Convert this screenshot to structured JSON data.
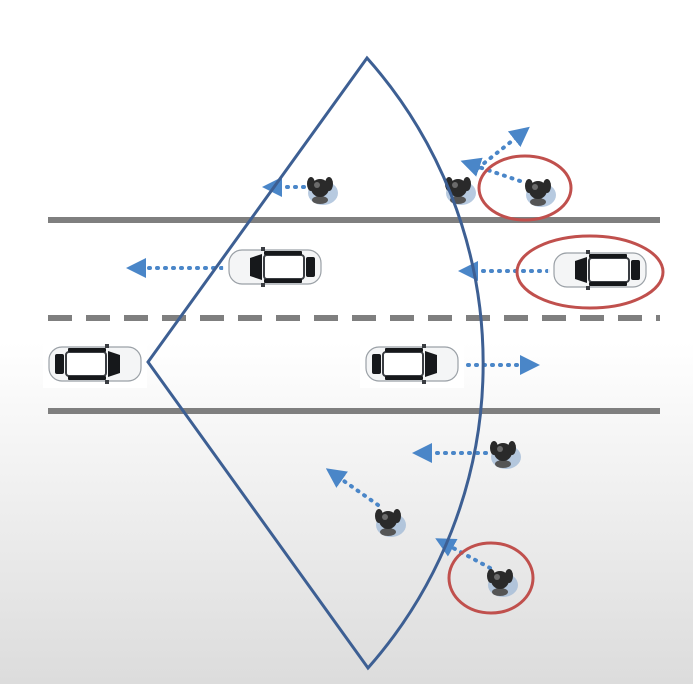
{
  "diagram": {
    "colors": {
      "background_top": "#ffffff",
      "background_bottom": "#dcdcdc",
      "road_line": "#7f7f7f",
      "fov_outline": "#3d5f93",
      "arrow": "#4a86c8",
      "highlight_circle": "#c0504d",
      "car_body": "#f4f5f6",
      "car_glass": "#16181b",
      "pedestrian_body": "#2a2a2a",
      "pedestrian_shadow": "#9fb8d6"
    },
    "icons": [
      "car-icon",
      "pedestrian-icon",
      "arrow-icon"
    ],
    "road": {
      "lanes": 2,
      "center_line": "dashed",
      "edge_lines": "solid"
    },
    "sensor_field_of_view": {
      "shape": "sector",
      "source": "ego-car"
    },
    "agents": [
      {
        "id": "ego-car",
        "type": "car",
        "heading": "right",
        "moving": false,
        "highlighted": false
      },
      {
        "id": "car-upper-lane-1",
        "type": "car",
        "heading": "left",
        "moving": true,
        "highlighted": false
      },
      {
        "id": "car-upper-lane-2",
        "type": "car",
        "heading": "left",
        "moving": true,
        "highlighted": true
      },
      {
        "id": "car-lower-lane",
        "type": "car",
        "heading": "right",
        "moving": true,
        "highlighted": false
      },
      {
        "id": "pedestrian-top-left",
        "type": "pedestrian",
        "heading": "left",
        "moving": true,
        "highlighted": false
      },
      {
        "id": "pedestrian-top-pair-left",
        "type": "pedestrian",
        "heading": "up-right",
        "moving": true,
        "highlighted": false
      },
      {
        "id": "pedestrian-top-pair-right",
        "type": "pedestrian",
        "heading": "up-left",
        "moving": true,
        "highlighted": true
      },
      {
        "id": "pedestrian-lower-right",
        "type": "pedestrian",
        "heading": "left",
        "moving": true,
        "highlighted": false
      },
      {
        "id": "pedestrian-lower-middle",
        "type": "pedestrian",
        "heading": "up-left",
        "moving": true,
        "highlighted": false
      },
      {
        "id": "pedestrian-bottom",
        "type": "pedestrian",
        "heading": "up-left",
        "moving": true,
        "highlighted": true
      }
    ]
  }
}
